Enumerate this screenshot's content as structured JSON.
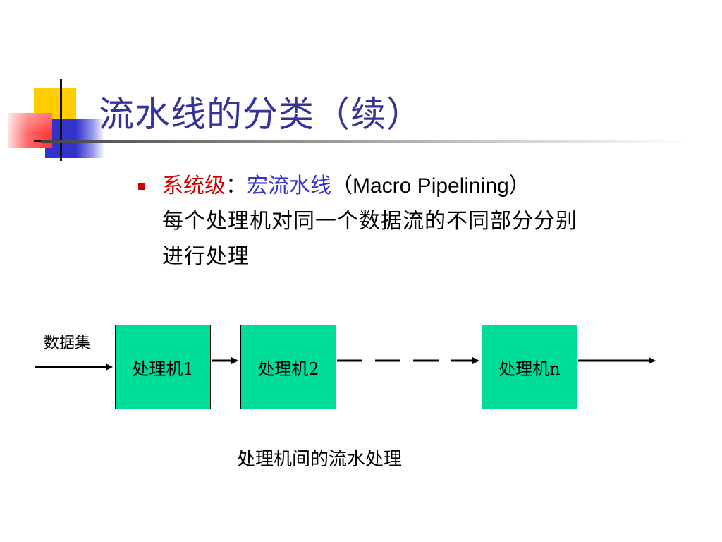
{
  "title": "流水线的分类（续）",
  "bullet": {
    "term": "系统级",
    "colon": "：",
    "name": "宏流水线",
    "english": "（Macro Pipelining）",
    "desc_line1": "每个处理机对同一个数据流的不同部分分别",
    "desc_line2": "进行处理"
  },
  "diagram": {
    "input_label": "数据集",
    "processors": [
      "处理机1",
      "处理机2",
      "处理机n"
    ],
    "caption": "处理机间的流水处理"
  },
  "colors": {
    "title": "#333399",
    "term": "#cc0000",
    "name": "#3333cc",
    "box_fill": "#00dd99"
  }
}
